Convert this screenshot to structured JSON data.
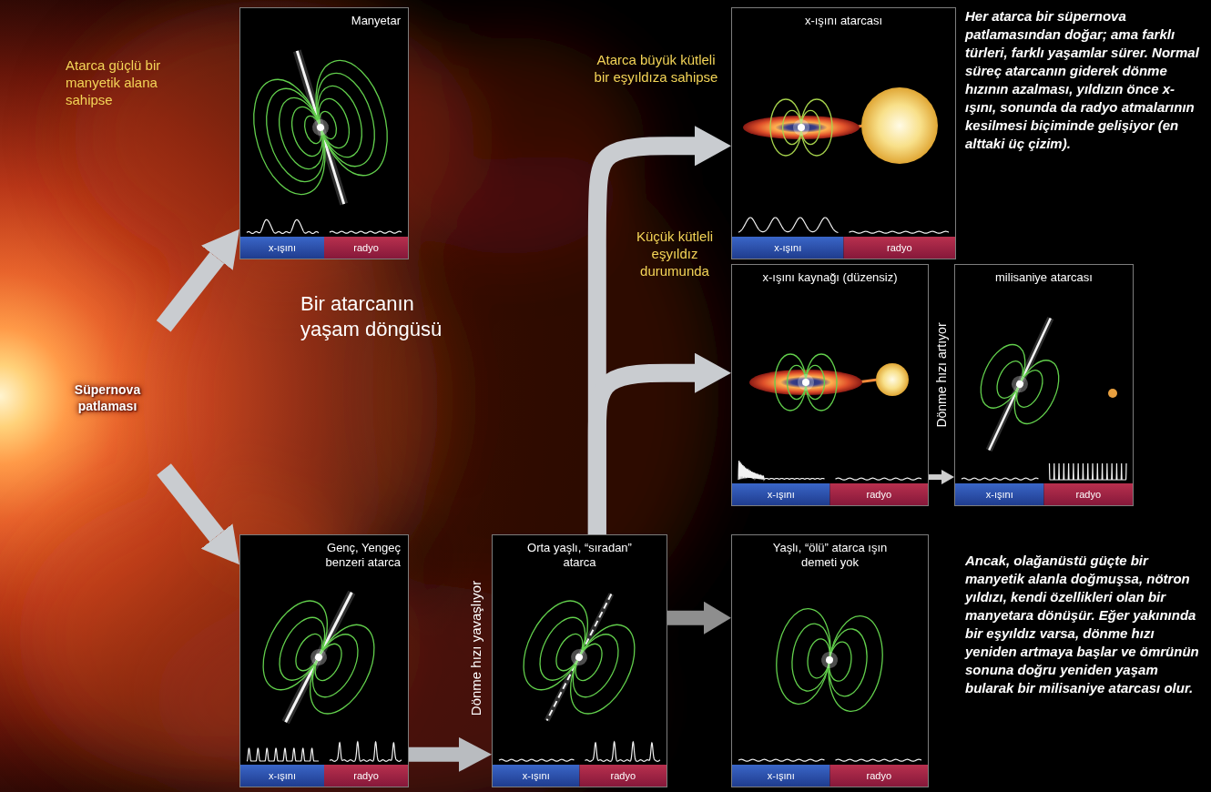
{
  "diagram": {
    "title": "Bir atarcanın yaşam döngüsü",
    "nodes": [
      {
        "text": [
          "Süpernova patlaması"
        ]
      },
      {
        "text": [
          "Manyetar",
          "x-ışını",
          "radyo"
        ]
      },
      {
        "text": [
          "x-ışını atarcası",
          "x-ışını",
          "radyo"
        ]
      },
      {
        "text": [
          "x-ışını kaynağı (düzensiz)",
          "x-ışını",
          "radyo"
        ]
      },
      {
        "text": [
          "milisaniye atarcası",
          "x-ışını",
          "radyo"
        ]
      },
      {
        "text": [
          "Genç, Yengeç benzeri atarca",
          "x-ışını",
          "radyo"
        ]
      },
      {
        "text": [
          "Orta yaşlı, “sıradan” atarca",
          "x-ışını",
          "radyo"
        ]
      },
      {
        "text": [
          "Yaşlı, “ölü” atarca ışın demeti yok",
          "x-ışını",
          "radyo"
        ]
      }
    ],
    "edges": [
      {
        "from": 0,
        "to": 1,
        "arrow": "to",
        "label": "Atarca güçlü bir manyetik alana sahipse"
      },
      {
        "from": 0,
        "to": 5,
        "arrow": "to"
      },
      {
        "from": 5,
        "to": 6,
        "arrow": "to",
        "label": "Dönme hızı yavaşlıyor"
      },
      {
        "from": 6,
        "to": 7,
        "arrow": "to"
      },
      {
        "from": 6,
        "to": 2,
        "arrow": "to",
        "label": "Atarca büyük kütleli bir eşyıldıza sahipse"
      },
      {
        "from": 6,
        "to": 3,
        "arrow": "to",
        "label": "Küçük kütleli eşyıldız durumunda"
      },
      {
        "from": 3,
        "to": 4,
        "arrow": "to",
        "label": "Dönme hızı artıyor"
      }
    ],
    "labels": [
      "Her atarca bir süpernova patlamasından doğar; ama farklı türleri, farklı yaşamlar sürer. Normal süreç atarcanın giderek dönme hızının azalması, yıldızın önce x-ışını, sonunda da radyo atmalarının kesilmesi biçiminde gelişiyor (en alttaki üç çizim).",
      "Ancak, olağanüstü güçte bir manyetik alanla doğmuşsa, nötron yıldızı, kendi özellikleri olan bir manyetara dönüşür. Eğer yakınında bir eşyıldız varsa, dönme hızı yeniden artmaya başlar ve ömrünün sonuna doğru yeniden yaşam bularak bir milisaniye atarcası olur."
    ]
  }
}
